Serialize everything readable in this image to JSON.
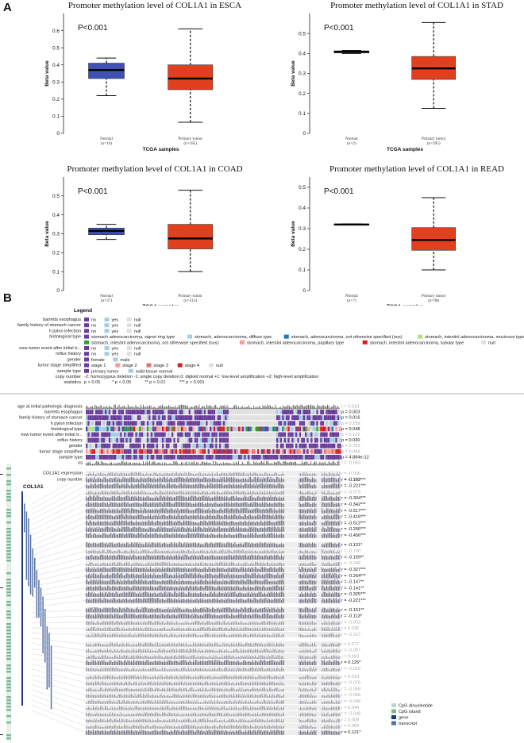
{
  "panel_a_letter": "A",
  "panel_b_letter": "B",
  "chart_data": [
    {
      "type": "box",
      "title": "Promoter methylation level of COL1A1 in ESCA",
      "annotation": "P<0.001",
      "xlabel": "TCGA samples",
      "ylabel": "Beta value",
      "ylim": [
        0,
        0.7
      ],
      "yticks": [
        "0",
        "0.1",
        "0.2",
        "0.3",
        "0.4",
        "0.5",
        "0.6"
      ],
      "categories": [
        "Normal",
        "Primary tumor"
      ],
      "counts": [
        "(n=16)",
        "(n=185)"
      ],
      "boxes": [
        {
          "whisker_low": 0.22,
          "q1": 0.32,
          "median": 0.37,
          "q3": 0.41,
          "whisker_high": 0.44,
          "color": "#3f51b5"
        },
        {
          "whisker_low": 0.065,
          "q1": 0.255,
          "median": 0.32,
          "q3": 0.4,
          "whisker_high": 0.61,
          "color": "#e0401e"
        }
      ]
    },
    {
      "type": "box",
      "title": "Promoter methylation level of COL1A1 in STAD",
      "annotation": "P<0.001",
      "xlabel": "TCGA samples",
      "ylabel": "Beta value",
      "ylim": [
        0,
        0.6
      ],
      "yticks": [
        "0",
        "0.1",
        "0.2",
        "0.3",
        "0.4",
        "0.5"
      ],
      "categories": [
        "Normal",
        "Primary tumor"
      ],
      "counts": [
        "(n=2)",
        "(n=395)"
      ],
      "boxes": [
        {
          "whisker_low": 0.4,
          "q1": 0.403,
          "median": 0.408,
          "q3": 0.413,
          "whisker_high": 0.415,
          "color": "#3f51b5"
        },
        {
          "whisker_low": 0.125,
          "q1": 0.27,
          "median": 0.325,
          "q3": 0.385,
          "whisker_high": 0.555,
          "color": "#e0401e"
        }
      ]
    },
    {
      "type": "box",
      "title": "Promoter methylation level of COL1A1 in COAD",
      "annotation": "P<0.001",
      "xlabel": "TCGA samples",
      "ylabel": "Beta value",
      "ylim": [
        0,
        0.6
      ],
      "yticks": [
        "0",
        "0.1",
        "0.2",
        "0.3",
        "0.4",
        "0.5"
      ],
      "categories": [
        "Normal",
        "Primary tumor"
      ],
      "counts": [
        "(n=37)",
        "(n=313)"
      ],
      "boxes": [
        {
          "whisker_low": 0.27,
          "q1": 0.295,
          "median": 0.315,
          "q3": 0.33,
          "whisker_high": 0.35,
          "color": "#3f51b5"
        },
        {
          "whisker_low": 0.1,
          "q1": 0.22,
          "median": 0.275,
          "q3": 0.35,
          "whisker_high": 0.53,
          "color": "#e0401e"
        }
      ]
    },
    {
      "type": "box",
      "title": "Promoter methylation level of COL1A1 in READ",
      "annotation": "P<0.001",
      "xlabel": "TCGA samples",
      "ylabel": "Beta value",
      "ylim": [
        0,
        0.55
      ],
      "yticks": [
        "0",
        "0.1",
        "0.2",
        "0.3",
        "0.4",
        "0.5"
      ],
      "categories": [
        "Normal",
        "Primary tumor"
      ],
      "counts": [
        "(n=7)",
        "(n=98)"
      ],
      "boxes": [
        {
          "whisker_low": 0.318,
          "q1": 0.319,
          "median": 0.32,
          "q3": 0.322,
          "whisker_high": 0.323,
          "color": "#3f51b5"
        },
        {
          "whisker_low": 0.1,
          "q1": 0.195,
          "median": 0.245,
          "q3": 0.305,
          "whisker_high": 0.45,
          "color": "#e0401e"
        }
      ]
    }
  ],
  "legend": {
    "title": "Legend",
    "rows": [
      {
        "label": "barretts esophagus",
        "items": [
          {
            "c": "#6a3d9a",
            "t": "no"
          },
          {
            "c": "#a6cee3",
            "t": "yes"
          },
          {
            "c": "#e0e0e0",
            "t": "null"
          }
        ]
      },
      {
        "label": "family history of stomach cancer",
        "items": [
          {
            "c": "#6a3d9a",
            "t": "no"
          },
          {
            "c": "#a6cee3",
            "t": "yes"
          },
          {
            "c": "#e0e0e0",
            "t": "null"
          }
        ]
      },
      {
        "label": "h pylori infection",
        "items": [
          {
            "c": "#6a3d9a",
            "t": "no"
          },
          {
            "c": "#a6cee3",
            "t": "yes"
          },
          {
            "c": "#e0e0e0",
            "t": "null"
          }
        ]
      },
      {
        "label": "histological type",
        "items": [
          {
            "c": "#6a3d9a",
            "t": "stomach adenocarcinoma, signet ring type"
          },
          {
            "c": "#a6cee3",
            "t": "stomach, adenocarcinoma, diffuse type"
          },
          {
            "c": "#1f78b4",
            "t": "stomach, adenocarcinoma, not otherwise specified (nos)"
          },
          {
            "c": "#b2df8a",
            "t": "stomach, intestinl adenocarcinoma, mucinous type"
          }
        ]
      },
      {
        "label": "",
        "items": [
          {
            "c": "#33a02c",
            "t": "stomach, intestinl adenocarcinoma, not otherwise specified (nos)"
          },
          {
            "c": "#fb9a99",
            "t": "stomach, intestinl adenocarcinoma, papillary type"
          },
          {
            "c": "#e31a1c",
            "t": "stomach, intestinl adenocarcinoma, tubular type"
          },
          {
            "c": "#e0e0e0",
            "t": "null"
          }
        ]
      },
      {
        "label": "new tumor event after initial tr...",
        "items": [
          {
            "c": "#6a3d9a",
            "t": "no"
          },
          {
            "c": "#a6cee3",
            "t": "yes"
          },
          {
            "c": "#e0e0e0",
            "t": "null"
          }
        ]
      },
      {
        "label": "reflux history",
        "items": [
          {
            "c": "#6a3d9a",
            "t": "no"
          },
          {
            "c": "#a6cee3",
            "t": "yes"
          },
          {
            "c": "#e0e0e0",
            "t": "null"
          }
        ]
      },
      {
        "label": "gender",
        "items": [
          {
            "c": "#6a3d9a",
            "t": "female"
          },
          {
            "c": "#a6cee3",
            "t": "male"
          }
        ]
      },
      {
        "label": "tumor stage simplified",
        "items": [
          {
            "c": "#6a3d9a",
            "t": "stage 1"
          },
          {
            "c": "#fb9a99",
            "t": "stage 2"
          },
          {
            "c": "#e57373",
            "t": "stage 3"
          },
          {
            "c": "#c62828",
            "t": "stage 4"
          },
          {
            "c": "#e0e0e0",
            "t": "null"
          }
        ]
      },
      {
        "label": "sample type",
        "items": [
          {
            "c": "#6a3d9a",
            "t": "primary tumor"
          },
          {
            "c": "#a6cee3",
            "t": "solid tissue normal"
          }
        ]
      }
    ],
    "copy_label": "copy number",
    "copy_text": "-2: homozygous deletion  -1: single copy deletion  0: diploid normal  +1: low-level amplification  +2: high-level amplification",
    "stat_label": "statistics",
    "stat_items": [
      "p > 0.05",
      "* p < 0.05",
      "** p < 0.01",
      "*** p < 0.001"
    ]
  },
  "heatmap": {
    "clinical_rows": [
      {
        "label": "age at initial pathologic diagnosis",
        "stat": "r = 0.018",
        "sig": false,
        "kind": "bar"
      },
      {
        "label": "barretts esophagus",
        "stat": "p = 0.003",
        "sig": true,
        "kind": "cat"
      },
      {
        "label": "family history of stomach cancer",
        "stat": "p = 0.016",
        "sig": true,
        "kind": "cat"
      },
      {
        "label": "h pylori infection",
        "stat": "p = 0.258",
        "sig": false,
        "kind": "cat"
      },
      {
        "label": "histological type",
        "stat": "p = 0.048",
        "sig": true,
        "kind": "hist"
      },
      {
        "label": "new tumor event after initial tr...",
        "stat": "p = 0.172",
        "sig": false,
        "kind": "cat"
      },
      {
        "label": "reflux history",
        "stat": "p = 0.030",
        "sig": true,
        "kind": "cat"
      },
      {
        "label": "gender",
        "stat": "p = 0.703",
        "sig": false,
        "kind": "cat"
      },
      {
        "label": "tumor stage simplified",
        "stat": "p = 0.088",
        "sig": false,
        "kind": "stage"
      },
      {
        "label": "sample type",
        "stat": "p = 4.884e-12",
        "sig": true,
        "kind": "sample"
      },
      {
        "label": "os",
        "stat": "r = -0.050",
        "sig": false,
        "kind": "bar"
      }
    ],
    "expression_label": "COL1A1 expression",
    "copy_number_label": "copy number",
    "copy_stat": "r = -0.059",
    "gene_label": "COL1A1",
    "probe_stats": [
      {
        "t": "r = -0.056",
        "sig": false
      },
      {
        "t": "r = -0.192***",
        "sig": true
      },
      {
        "t": "r = -0.221***",
        "sig": true
      },
      {
        "t": "r = -0.079",
        "sig": false
      },
      {
        "t": "r = -0.304***",
        "sig": true
      },
      {
        "t": "r = -0.342***",
        "sig": true
      },
      {
        "t": "r = -0.517***",
        "sig": true
      },
      {
        "t": "r = -0.416***",
        "sig": true
      },
      {
        "t": "r = -0.512***",
        "sig": true
      },
      {
        "t": "r = -0.266***",
        "sig": true
      },
      {
        "t": "r = -0.456***",
        "sig": true
      },
      {
        "t": "r = -0.131*",
        "sig": true
      },
      {
        "t": "r = -0.100",
        "sig": false
      },
      {
        "t": "r = -0.159**",
        "sig": true
      },
      {
        "t": "r = -0.046",
        "sig": false
      },
      {
        "t": "r = -0.327***",
        "sig": true
      },
      {
        "t": "r = -0.264***",
        "sig": true
      },
      {
        "t": "r = -0.147**",
        "sig": true
      },
      {
        "t": "r = -0.141**",
        "sig": true
      },
      {
        "t": "r = -0.325***",
        "sig": true
      },
      {
        "t": "r = -0.221***",
        "sig": true
      },
      {
        "t": "r = -0.151**",
        "sig": true
      },
      {
        "t": "r = -0.113*",
        "sig": true
      },
      {
        "t": "r = -0.052",
        "sig": false
      },
      {
        "t": "r = 0.036",
        "sig": false
      },
      {
        "t": "r = -0.027",
        "sig": false
      },
      {
        "t": "r = 0.077",
        "sig": false
      },
      {
        "t": "r = -0.097",
        "sig": false
      },
      {
        "t": "r = 0.063",
        "sig": false
      },
      {
        "t": "r = 0.125*",
        "sig": true
      },
      {
        "t": "r = -0.016",
        "sig": false
      },
      {
        "t": "r = 0.018",
        "sig": false
      },
      {
        "t": "r = -0.076",
        "sig": false
      },
      {
        "t": "r = -0.068",
        "sig": false
      },
      {
        "t": "r = -0.068",
        "sig": false
      },
      {
        "t": "r = -0.048",
        "sig": false
      },
      {
        "t": "r = 0.044",
        "sig": false
      },
      {
        "t": "r = -0.048",
        "sig": false
      },
      {
        "t": "r = 0.008",
        "sig": false
      },
      {
        "t": "r = 0.069",
        "sig": false
      },
      {
        "t": "r = 0.121*",
        "sig": true
      }
    ],
    "track_legend": [
      {
        "c": "#b9d9c6",
        "t": "CpG dinucleotide"
      },
      {
        "c": "#7ab894",
        "t": "CpG island"
      },
      {
        "c": "#1f3a70",
        "t": "gene"
      },
      {
        "c": "#5570a8",
        "t": "transcript"
      }
    ]
  }
}
